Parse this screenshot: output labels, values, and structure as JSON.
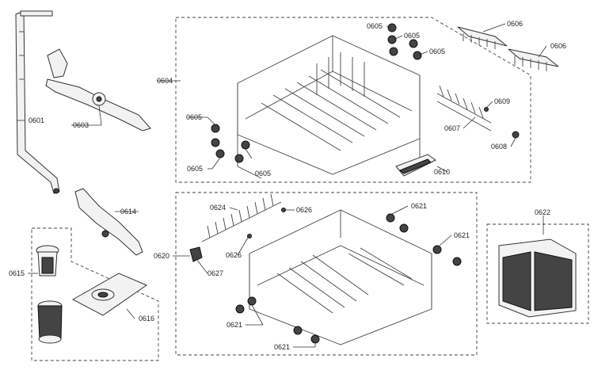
{
  "labels": {
    "p0601": "0601",
    "p0603": "0603",
    "p0604": "0604",
    "p0605a": "0605",
    "p0605b": "0605",
    "p0605c": "0605",
    "p0605d": "0605",
    "p0605e": "0605",
    "p0605f": "0605",
    "p0606a": "0606",
    "p0606b": "0606",
    "p0607": "0607",
    "p0608": "0608",
    "p0609": "0609",
    "p0610": "0610",
    "p0614": "0614",
    "p0615": "0615",
    "p0616": "0616",
    "p0620": "0620",
    "p0621a": "0621",
    "p0621b": "0621",
    "p0621c": "0621",
    "p0621d": "0621",
    "p0622": "0622",
    "p0624": "0624",
    "p0626a": "0626",
    "p0626b": "0626",
    "p0627": "0627"
  },
  "colors": {
    "line": "#333333",
    "background": "#ffffff",
    "part_dark": "#444444"
  }
}
